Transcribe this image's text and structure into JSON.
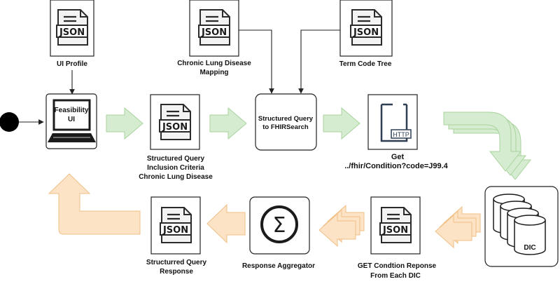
{
  "nodes": {
    "ui_profile": {
      "file_type": "JSON",
      "label_lines": [
        "UI Profile"
      ]
    },
    "chronic_lung_mapping": {
      "file_type": "JSON",
      "label_lines": [
        "Chronic Lung Disease",
        "Mapping"
      ]
    },
    "term_code_tree": {
      "file_type": "JSON",
      "label_lines": [
        "Term Code Tree"
      ]
    },
    "feasibility_ui": {
      "title_lines": [
        "Feasibility",
        "UI"
      ]
    },
    "structured_query": {
      "file_type": "JSON",
      "label_lines": [
        "Structured Query",
        "Inclusion Criteria",
        "Chronic Lung Disease"
      ]
    },
    "translator": {
      "title_lines": [
        "Structured Query",
        "to FHIRSearch"
      ]
    },
    "http_request": {
      "badge": "HTTP",
      "label_lines": [
        "Get",
        "../fhir/Condition?code=J99.4"
      ]
    },
    "dic": {
      "label": "DIC"
    },
    "dic_response": {
      "file_type": "JSON",
      "label_lines": [
        "GET Condtion Reponse",
        "From Each DIC"
      ]
    },
    "aggregator": {
      "symbol": "Σ",
      "label_lines": [
        "Response Aggregator"
      ]
    },
    "query_response": {
      "file_type": "JSON",
      "label_lines": [
        "Structurred Query",
        "Response"
      ]
    }
  },
  "colors": {
    "flow_forward": "#d5ecd0",
    "flow_return": "#fde3c6",
    "start_node": "#000000"
  }
}
